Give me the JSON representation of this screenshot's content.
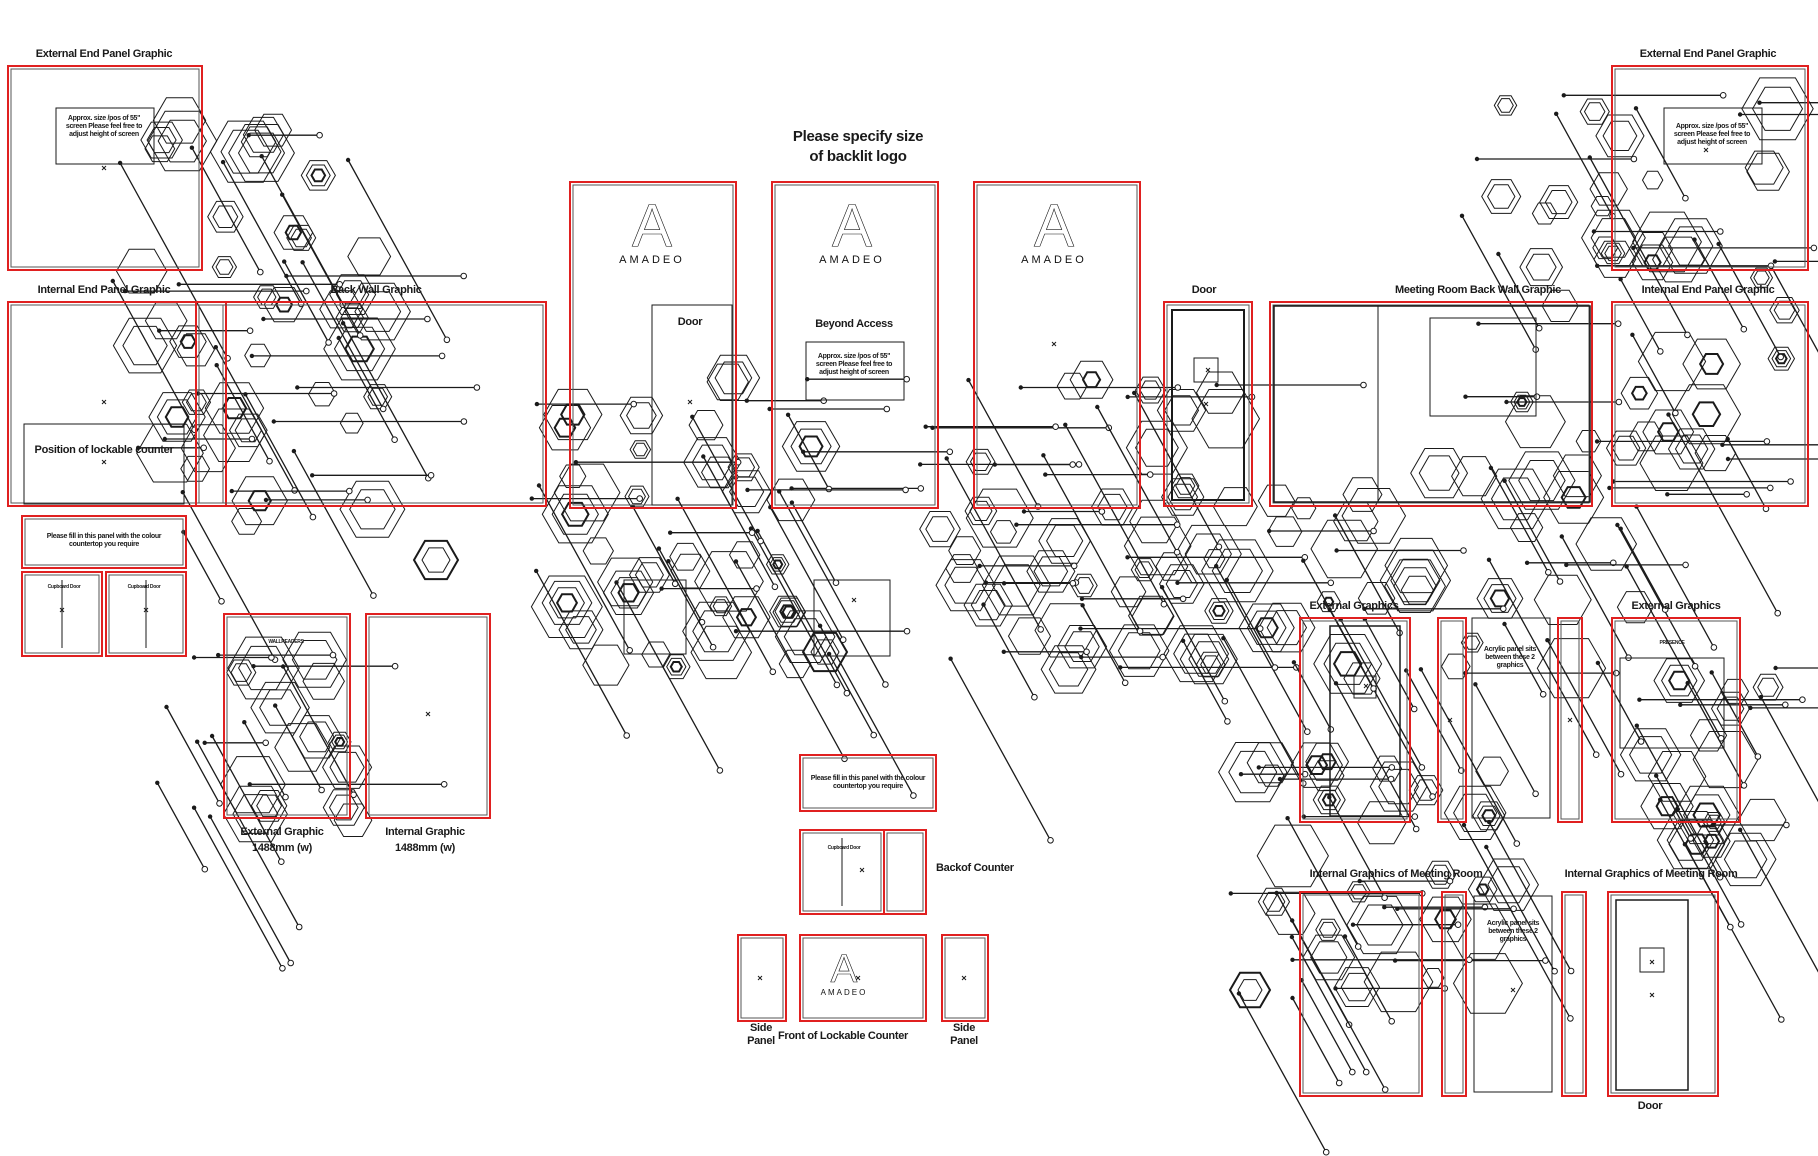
{
  "header": {
    "title_line1": "Please specify size",
    "title_line2": "of backlit logo"
  },
  "colors": {
    "panel_outline": "#e02020",
    "linework": "#1a1a1a",
    "inner_outline": "#555555",
    "background": "#ffffff"
  },
  "labels": {
    "external_end_panel_left": "External End Panel Graphic",
    "external_end_panel_right": "External End Panel Graphic",
    "internal_end_panel_left": "Internal End Panel Graphic",
    "internal_end_panel_right": "Internal End Panel Graphic",
    "back_wall": "Back Wall Graphic",
    "door_top": "Door",
    "meeting_room_back_wall": "Meeting Room Back Wall Graphic",
    "lockable_counter_position": "Position of lockable counter",
    "fill_panel_left": "Please fill in this panel with the colour countertop you require",
    "fill_panel_center": "Please fill in this panel with the colour countertop you require",
    "cupboard_door": "Cupboard Door",
    "cupboard_door_2": "Cupboard Door",
    "cupboard_door_center": "Cupboard Door",
    "wallreaders": "WALLREADERS",
    "external_graphic": "External Graphic",
    "external_graphic_size": "1488mm (w)",
    "internal_graphic": "Internal Graphic",
    "internal_graphic_size": "1488mm (w)",
    "door_in_back_wall": "Door",
    "beyond_access": "Beyond Access",
    "screen_note_left": "Approx. size /pos of 55\" screen Please feel free to adjust height of screen",
    "screen_note_center": "Approx. size /pos of 55\" screen Please feel free to adjust height of screen",
    "screen_note_right": "Approx. size /pos of 55\" screen Please feel free to adjust height of screen",
    "back_of_counter": "Backof Counter",
    "side_panel_left": "Side Panel",
    "side_panel_right": "Side Panel",
    "front_lockable_counter": "Front of Lockable Counter",
    "external_graphics_left": "External Graphics",
    "external_graphics_right": "External Graphics",
    "acrylic_top": "Acrylic panel sits between these 2 graphics",
    "acrylic_bottom": "Acrylic panel sits between these 2 graphics",
    "internal_graphics_meeting_left": "Internal Graphics of Meeting Room",
    "internal_graphics_meeting_right": "Internal Graphics of Meeting Room",
    "door_bottom": "Door",
    "presence": "PRESENCE"
  },
  "logo": {
    "mark": "A",
    "wordmark": "AMADEO"
  },
  "icons": {
    "decoration": "hexagon-pattern",
    "marker": "cross-marker"
  }
}
